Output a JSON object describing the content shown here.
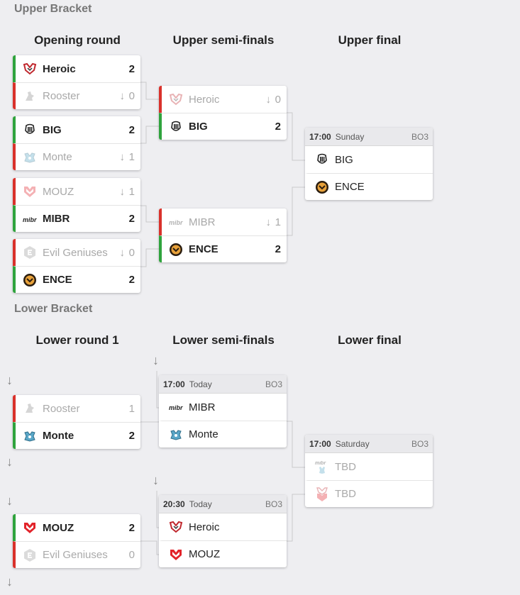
{
  "upper": {
    "title": "Upper Bracket",
    "round_titles": [
      "Opening round",
      "Upper semi-finals",
      "Upper final"
    ],
    "opening": [
      [
        {
          "team": "Heroic",
          "logo": "heroic",
          "score": "2",
          "result": "win"
        },
        {
          "team": "Rooster",
          "logo": "rooster",
          "score": "0",
          "result": "lose"
        }
      ],
      [
        {
          "team": "BIG",
          "logo": "big",
          "score": "2",
          "result": "win"
        },
        {
          "team": "Monte",
          "logo": "monte",
          "score": "1",
          "result": "lose"
        }
      ],
      [
        {
          "team": "MOUZ",
          "logo": "mouz",
          "score": "1",
          "result": "lose"
        },
        {
          "team": "MIBR",
          "logo": "mibr",
          "score": "2",
          "result": "win"
        }
      ],
      [
        {
          "team": "Evil Geniuses",
          "logo": "eg",
          "score": "0",
          "result": "lose"
        },
        {
          "team": "ENCE",
          "logo": "ence",
          "score": "2",
          "result": "win"
        }
      ]
    ],
    "semis": [
      [
        {
          "team": "Heroic",
          "logo": "heroic",
          "score": "0",
          "result": "lose"
        },
        {
          "team": "BIG",
          "logo": "big",
          "score": "2",
          "result": "win"
        }
      ],
      [
        {
          "team": "MIBR",
          "logo": "mibr",
          "score": "1",
          "result": "lose"
        },
        {
          "team": "ENCE",
          "logo": "ence",
          "score": "2",
          "result": "win"
        }
      ]
    ],
    "final": {
      "time": "17:00",
      "day": "Sunday",
      "format": "BO3",
      "teams": [
        {
          "team": "BIG",
          "logo": "big"
        },
        {
          "team": "ENCE",
          "logo": "ence"
        }
      ]
    }
  },
  "lower": {
    "title": "Lower Bracket",
    "round_titles": [
      "Lower round 1",
      "Lower semi-finals",
      "Lower final"
    ],
    "round1": [
      [
        {
          "team": "Rooster",
          "logo": "rooster",
          "score": "1",
          "result": "lose"
        },
        {
          "team": "Monte",
          "logo": "monte",
          "score": "2",
          "result": "win"
        }
      ],
      [
        {
          "team": "MOUZ",
          "logo": "mouz",
          "score": "2",
          "result": "win"
        },
        {
          "team": "Evil Geniuses",
          "logo": "eg",
          "score": "0",
          "result": "lose"
        }
      ]
    ],
    "semis": [
      {
        "time": "17:00",
        "day": "Today",
        "format": "BO3",
        "teams": [
          {
            "team": "MIBR",
            "logo": "mibr"
          },
          {
            "team": "Monte",
            "logo": "monte"
          }
        ]
      },
      {
        "time": "20:30",
        "day": "Today",
        "format": "BO3",
        "teams": [
          {
            "team": "Heroic",
            "logo": "heroic"
          },
          {
            "team": "MOUZ",
            "logo": "mouz"
          }
        ]
      }
    ],
    "final": {
      "time": "17:00",
      "day": "Saturday",
      "format": "BO3",
      "teams": [
        {
          "team": "TBD",
          "logo": "mibr-monte"
        },
        {
          "team": "TBD",
          "logo": "heroic-mouz"
        }
      ]
    }
  },
  "arrow_glyph": "↓",
  "colors": {
    "win": "#2fa33d",
    "lose": "#d9312b",
    "background": "#eeeef1"
  }
}
